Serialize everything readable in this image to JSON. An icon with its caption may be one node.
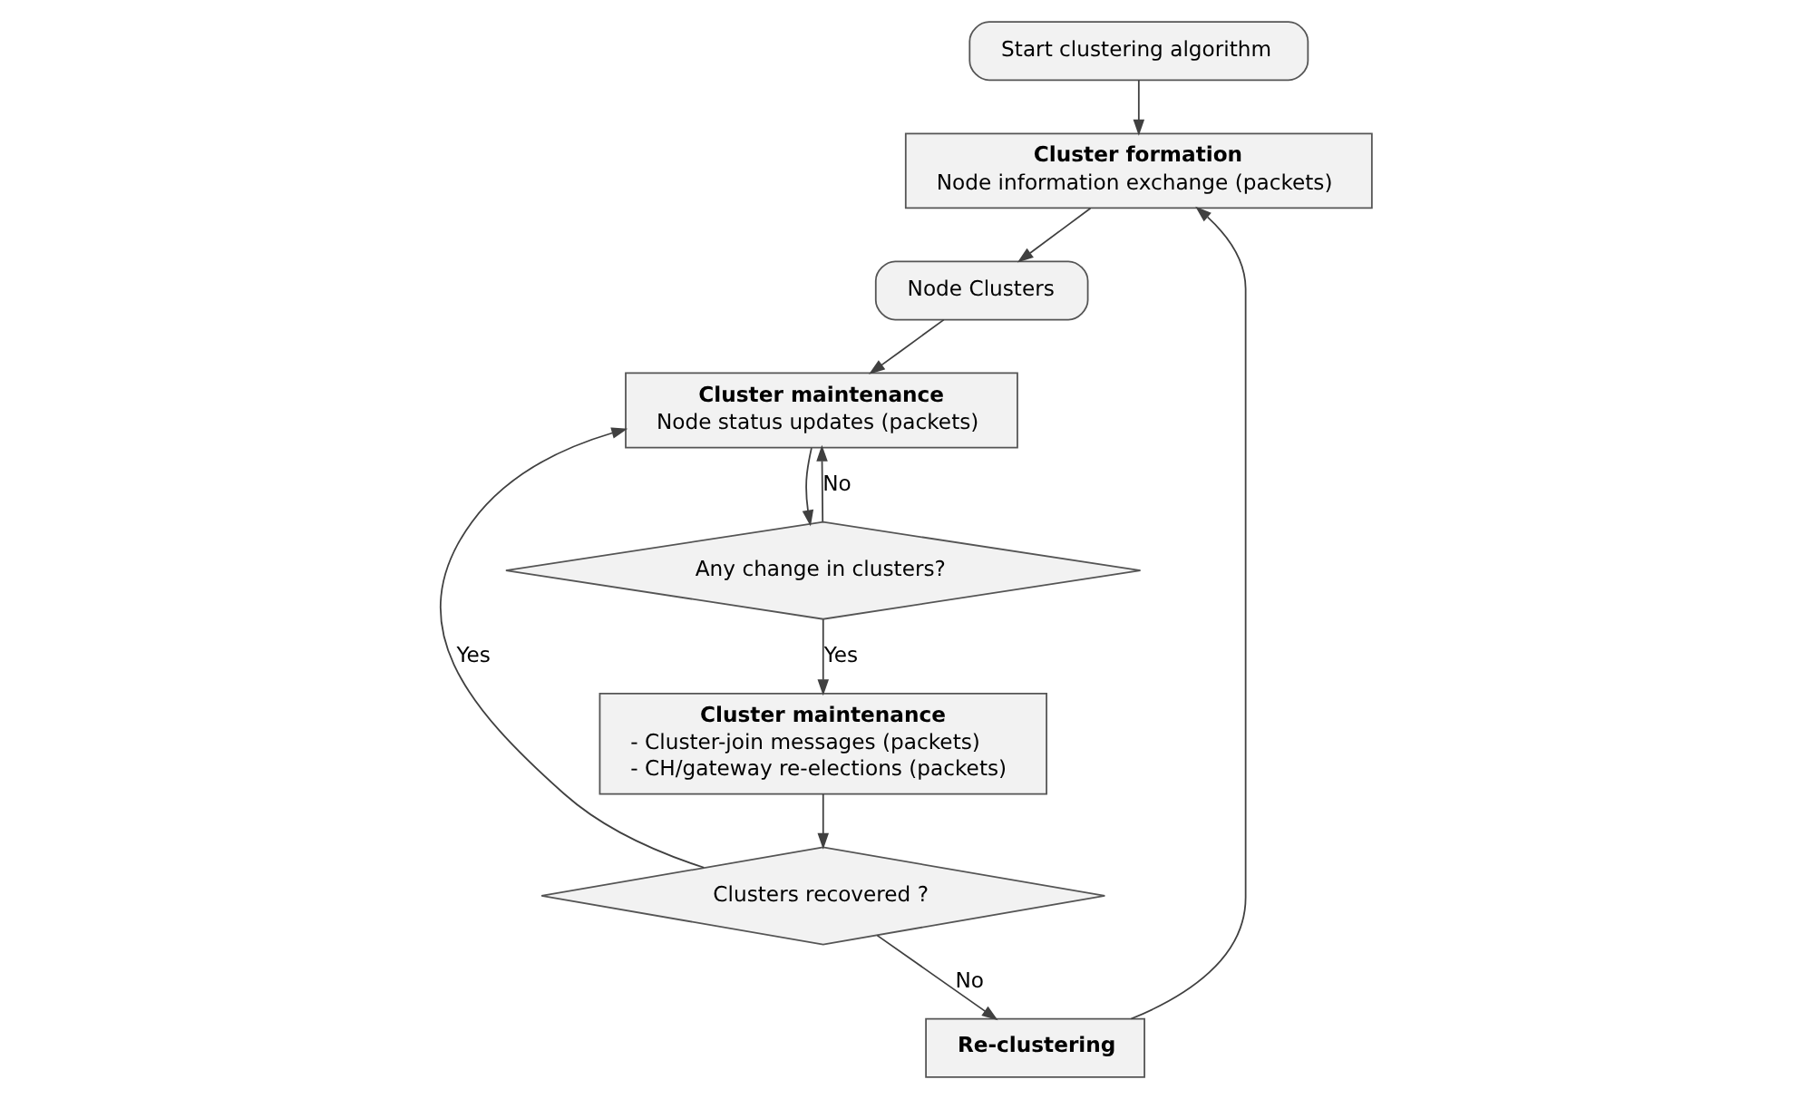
{
  "diagram": {
    "nodes": [
      {
        "text": [
          "Start clustering algorithm"
        ]
      },
      {
        "text": [
          "Cluster formation",
          "Node information exchange (packets)"
        ]
      },
      {
        "text": [
          "Re-clustering"
        ]
      },
      {
        "text": [
          "Node Clusters"
        ]
      },
      {
        "text": [
          "Clusters recovered ?"
        ]
      },
      {
        "text": [
          "Cluster maintenance",
          "Node status updates (packets)"
        ]
      },
      {
        "text": [
          "Cluster maintenance",
          "- Cluster-join messages (packets)",
          "- CH/gateway re-elections (packets)"
        ]
      },
      {
        "text": [
          "Any change in clusters?"
        ]
      }
    ],
    "edges": [
      {
        "from": 0,
        "to": 1,
        "arrow": "to"
      },
      {
        "from": 1,
        "to": 3,
        "arrow": "to"
      },
      {
        "from": 3,
        "to": 5,
        "arrow": "to"
      },
      {
        "from": 5,
        "to": 7,
        "arrow": "to"
      },
      {
        "from": 7,
        "to": 6,
        "arrow": "to",
        "label": "Yes"
      },
      {
        "from": 7,
        "to": 5,
        "arrow": "to",
        "label": "No"
      },
      {
        "from": 6,
        "to": 4,
        "arrow": "to"
      },
      {
        "from": 4,
        "to": 5,
        "arrow": "to",
        "label": "Yes"
      },
      {
        "from": 4,
        "to": 2,
        "arrow": "to",
        "label": "No"
      },
      {
        "from": 2,
        "to": 1,
        "arrow": "to"
      }
    ]
  }
}
